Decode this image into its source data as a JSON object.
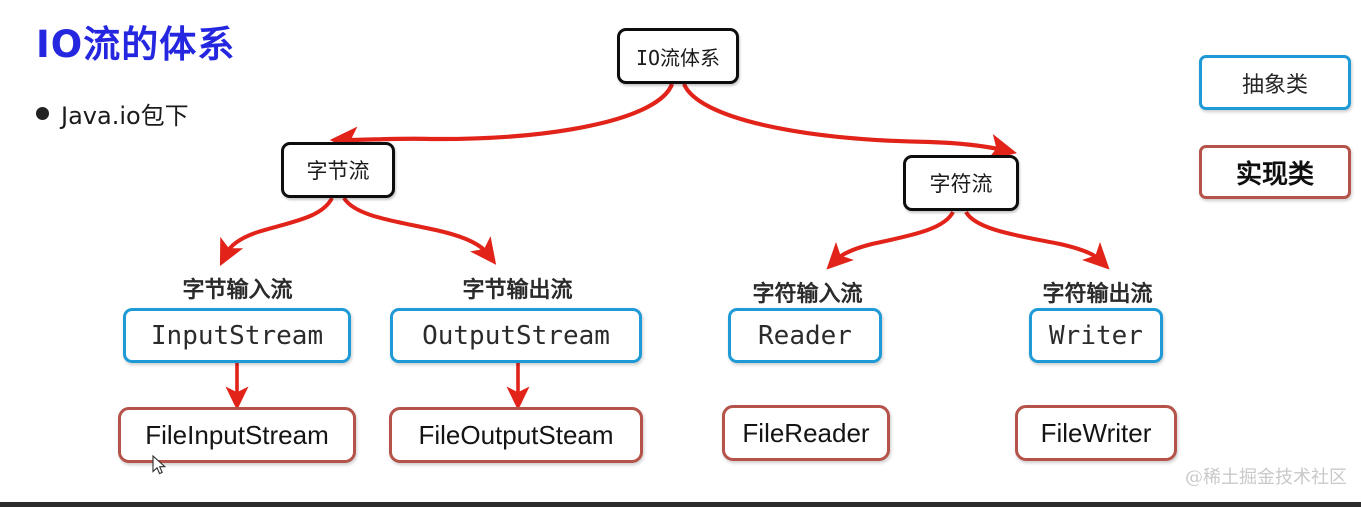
{
  "page": {
    "title": "IO流的体系",
    "bullet": "Java.io包下",
    "watermark": "@稀土掘金技术社区"
  },
  "colors": {
    "title": "#2426e0",
    "abstract_border": "#1e9bd7",
    "impl_border": "#b5534a",
    "root_border": "#0d0d0d",
    "arrow": "#e2231a",
    "background": "#ffffff"
  },
  "diagram": {
    "type": "tree",
    "root": {
      "label": "IO流体系",
      "style": "black"
    },
    "level2": [
      {
        "label": "字节流",
        "style": "black"
      },
      {
        "label": "字符流",
        "style": "black"
      }
    ],
    "captions": [
      "字节输入流",
      "字节输出流",
      "字符输入流",
      "字符输出流"
    ],
    "abstract_classes": [
      {
        "label": "InputStream",
        "style": "blue"
      },
      {
        "label": "OutputStream",
        "style": "blue"
      },
      {
        "label": "Reader",
        "style": "blue"
      },
      {
        "label": "Writer",
        "style": "blue"
      }
    ],
    "implementation_classes": [
      {
        "label": "FileInputStream",
        "style": "red"
      },
      {
        "label": "FileOutputSteam",
        "style": "red"
      },
      {
        "label": "FileReader",
        "style": "red"
      },
      {
        "label": "FileWriter",
        "style": "red"
      }
    ]
  },
  "legend": {
    "abstract_label": "抽象类",
    "implementation_label": "实现类"
  }
}
